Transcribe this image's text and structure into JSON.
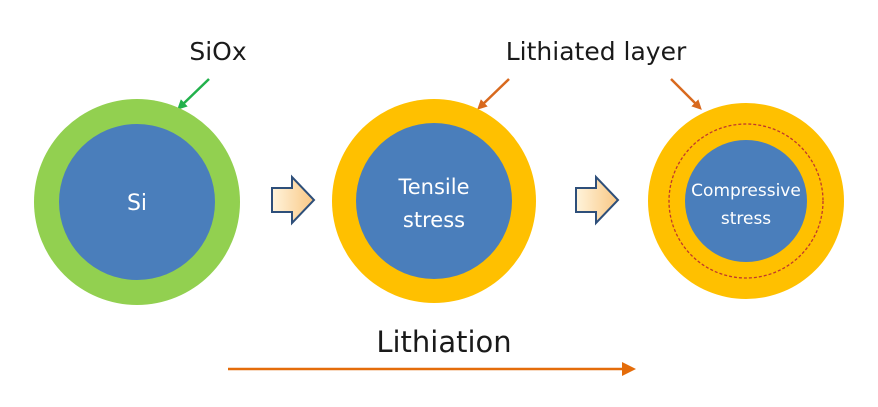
{
  "labels": {
    "siox": "SiOx",
    "lithiated_layer": "Lithiated layer",
    "process": "Lithiation"
  },
  "particles": [
    {
      "lines": [
        "Si"
      ]
    },
    {
      "lines": [
        "Tensile",
        "stress"
      ]
    },
    {
      "lines": [
        "Compressive",
        "stress"
      ]
    }
  ],
  "colors": {
    "core": "#4a7ebb",
    "siox_shell": "#92d050",
    "lithiated_shell": "#ffc000",
    "siox_arrow": "#22b14c",
    "lithiated_arrow": "#d8691e",
    "process_arrow": "#e46c0a",
    "block_arrow_fill_start": "#fff4dc",
    "block_arrow_fill_end": "#f9c784",
    "block_arrow_stroke": "#2e4f7a",
    "stress_ring": "#c0392b"
  },
  "icons": {
    "step_arrow": "block-arrow-right-icon",
    "pointer_arrow": "pointer-arrow-icon"
  }
}
